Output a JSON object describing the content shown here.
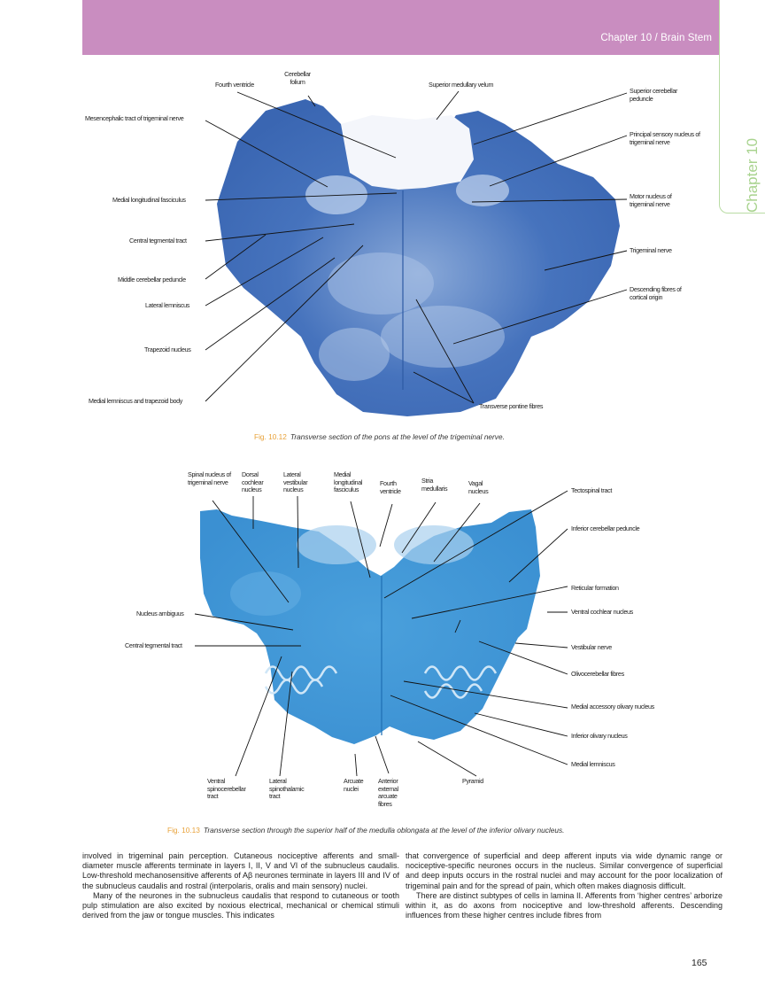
{
  "header": {
    "running_title": "Chapter 10 / Brain Stem",
    "band_color": "#c98dc0"
  },
  "side_tab": {
    "label": "Chapter 10",
    "color": "#a8d38e"
  },
  "figure_10_12": {
    "labels": {
      "cerebellar_folium": "Cerebellar folium",
      "fourth_ventricle": "Fourth ventricle",
      "superior_medullary_velum": "Superior medullary velum",
      "mesencephalic_tract": "Mesencephalic tract of trigeminal nerve",
      "superior_cerebellar_peduncle": "Superior cerebellar peduncle",
      "principal_sensory_nucleus": "Principal sensory nucleus of trigeminal nerve",
      "medial_longitudinal_fasciculus": "Medial longitudinal fasciculus",
      "motor_nucleus": "Motor nucleus of trigeminal nerve",
      "central_tegmental_tract": "Central tegmental tract",
      "trigeminal_nerve": "Trigeminal nerve",
      "middle_cerebellar_peduncle": "Middle cerebellar peduncle",
      "descending_fibres": "Descending fibres of cortical origin",
      "lateral_lemniscus": "Lateral lemniscus",
      "trapezoid_nucleus": "Trapezoid nucleus",
      "medial_lemniscus_trapezoid_body": "Medial lemniscus and trapezoid body",
      "transverse_pontine_fibres": "Transverse pontine fibres"
    },
    "caption_number": "Fig. 10.12",
    "caption_text": "Transverse section of the pons at the level of the trigeminal nerve.",
    "stain_color": "#3f6fb8"
  },
  "figure_10_13": {
    "labels": {
      "spinal_nucleus": "Spinal nucleus of trigeminal nerve",
      "dorsal_cochlear_nucleus": "Dorsal cochlear nucleus",
      "lateral_vestibular_nucleus": "Lateral vestibular nucleus",
      "medial_longitudinal_fasciculus": "Medial longitudinal fasciculus",
      "fourth_ventricle": "Fourth ventricle",
      "stria_medullaris": "Stria medullaris",
      "vagal_nucleus": "Vagal nucleus",
      "tectospinal_tract": "Tectospinal tract",
      "inferior_cerebellar_peduncle": "Inferior cerebellar peduncle",
      "reticular_formation": "Reticular formation",
      "nucleus_ambiguus": "Nucleus ambiguus",
      "ventral_cochlear_nucleus": "Ventral cochlear nucleus",
      "central_tegmental_tract": "Central tegmental tract",
      "vestibular_nerve": "Vestibular nerve",
      "olivocerebellar_fibres": "Olivocerebellar fibres",
      "medial_accessory_olivary_nucleus": "Medial accessory olivary nucleus",
      "inferior_olivary_nucleus": "Inferior olivary nucleus",
      "medial_lemniscus": "Medial lemniscus",
      "ventral_spinocerebellar_tract": "Ventral spinocerebellar tract",
      "lateral_spinothalamic_tract": "Lateral spinothalamic tract",
      "arcuate_nuclei": "Arcuate nuclei",
      "anterior_external_arcuate_fibres": "Anterior external arcuate fibres",
      "pyramid": "Pyramid"
    },
    "caption_number": "Fig. 10.13",
    "caption_text": "Transverse section through the superior half of the medulla oblongata at the level of the inferior olivary nucleus.",
    "stain_color": "#3d95d6"
  },
  "body_text": {
    "left_p1": "involved in trigeminal pain perception. Cutaneous nociceptive afferents and small-diameter muscle afferents terminate in layers I, II, V and VI of the subnucleus caudalis. Low-threshold mechanosensitive afferents of Aβ neurones terminate in layers III and IV of the subnucleus caudalis and rostral (interpolaris, oralis and main sensory) nuclei.",
    "left_p2": "Many of the neurones in the subnucleus caudalis that respond to cutaneous or tooth pulp stimulation are also excited by noxious electrical, mechanical or chemical stimuli derived from the jaw or tongue muscles. This indicates",
    "right_p1": "that convergence of superficial and deep afferent inputs via wide dynamic range or nociceptive-specific neurones occurs in the nucleus. Similar convergence of superficial and deep inputs occurs in the rostral nuclei and may account for the poor localization of trigeminal pain and for the spread of pain, which often makes diagnosis difficult.",
    "right_p2": "There are distinct subtypes of cells in lamina II. Afferents from ‘higher centres’ arborize within it, as do axons from nociceptive and low-threshold afferents. Descending influences from these higher centres include fibres from"
  },
  "page_number": "165"
}
